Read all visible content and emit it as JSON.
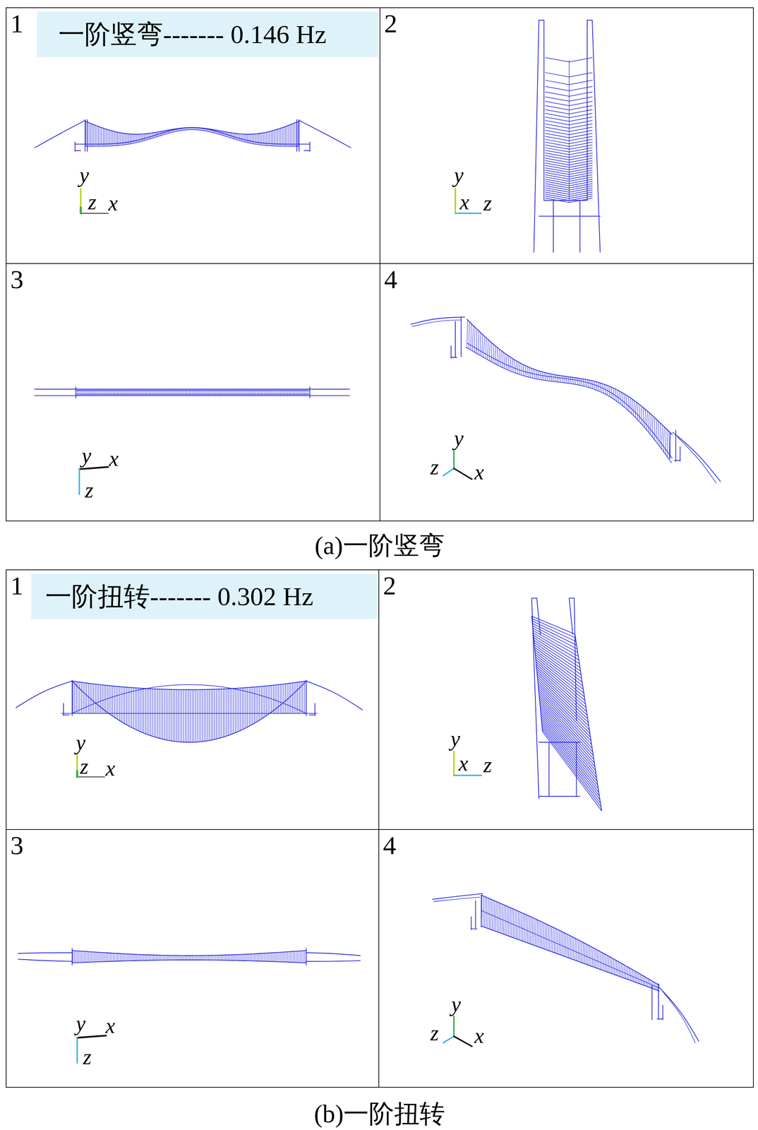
{
  "diagram": {
    "nodes": [
      {
        "text": [
          "1"
        ]
      },
      {
        "text": [
          "一阶竖弯------- 0.146 Hz"
        ],
        "in": 0
      },
      {
        "text": [
          "2"
        ]
      },
      {
        "text": [
          "3"
        ]
      },
      {
        "text": [
          "4"
        ]
      },
      {
        "text": [
          "1"
        ]
      },
      {
        "text": [
          "一阶扭转------- 0.302 Hz"
        ],
        "in": 5
      },
      {
        "text": [
          "2"
        ]
      },
      {
        "text": [
          "3"
        ]
      },
      {
        "text": [
          "4"
        ]
      }
    ],
    "labels": [
      "y",
      "z",
      "x",
      "y",
      "x",
      "z",
      "y",
      "x",
      "z",
      "y",
      "z",
      "x",
      "(a)一阶竖弯",
      "y",
      "z",
      "x",
      "y",
      "x",
      "z",
      "y",
      "x",
      "z",
      "y",
      "z",
      "x",
      "(b)一阶扭转"
    ]
  }
}
